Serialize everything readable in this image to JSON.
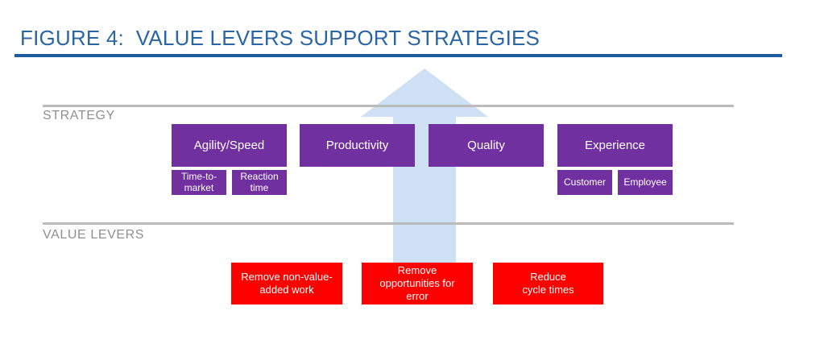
{
  "title": "FIGURE 4:  VALUE LEVERS SUPPORT STRATEGIES",
  "colors": {
    "title-blue": "#2A65A5",
    "rule-blue": "#1F5C9E",
    "label-gray": "#8F8F8F",
    "line-gray": "#BBBBBB",
    "purple": "#7030A0",
    "red": "#FF0000",
    "arrow-blue": "#CEE0F4",
    "box-text": "#FFFFFF"
  },
  "strategy": {
    "label": "STRATEGY",
    "boxes": [
      {
        "label": "Agility/Speed",
        "subs": [
          "Time-to-\nmarket",
          "Reaction\ntime"
        ]
      },
      {
        "label": "Productivity",
        "subs": []
      },
      {
        "label": "Quality",
        "subs": []
      },
      {
        "label": "Experience",
        "subs": [
          "Customer",
          "Employee"
        ]
      }
    ]
  },
  "value_levers": {
    "label": "VALUE LEVERS",
    "boxes": [
      "Remove non-value-\nadded work",
      "Remove\nopportunities for\nerror",
      "Reduce\ncycle times"
    ]
  }
}
